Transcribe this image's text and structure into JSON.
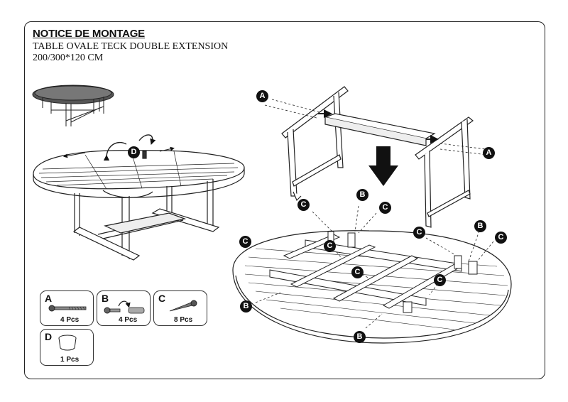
{
  "header": {
    "title": "NOTICE DE MONTAGE",
    "subtitle_line1": "TABLE OVALE TECK DOUBLE EXTENSION",
    "subtitle_line2": "200/300*120 CM"
  },
  "callouts": {
    "a": "A",
    "b": "B",
    "c": "C",
    "d": "D"
  },
  "parts": [
    {
      "letter": "A",
      "qty": "4 Pcs",
      "icon": "long-bolt-icon"
    },
    {
      "letter": "B",
      "qty": "4 Pcs",
      "icon": "dowel-bolt-icon"
    },
    {
      "letter": "C",
      "qty": "8 Pcs",
      "icon": "wood-screw-icon"
    },
    {
      "letter": "D",
      "qty": "1 Pcs",
      "icon": "cap-icon"
    }
  ]
}
